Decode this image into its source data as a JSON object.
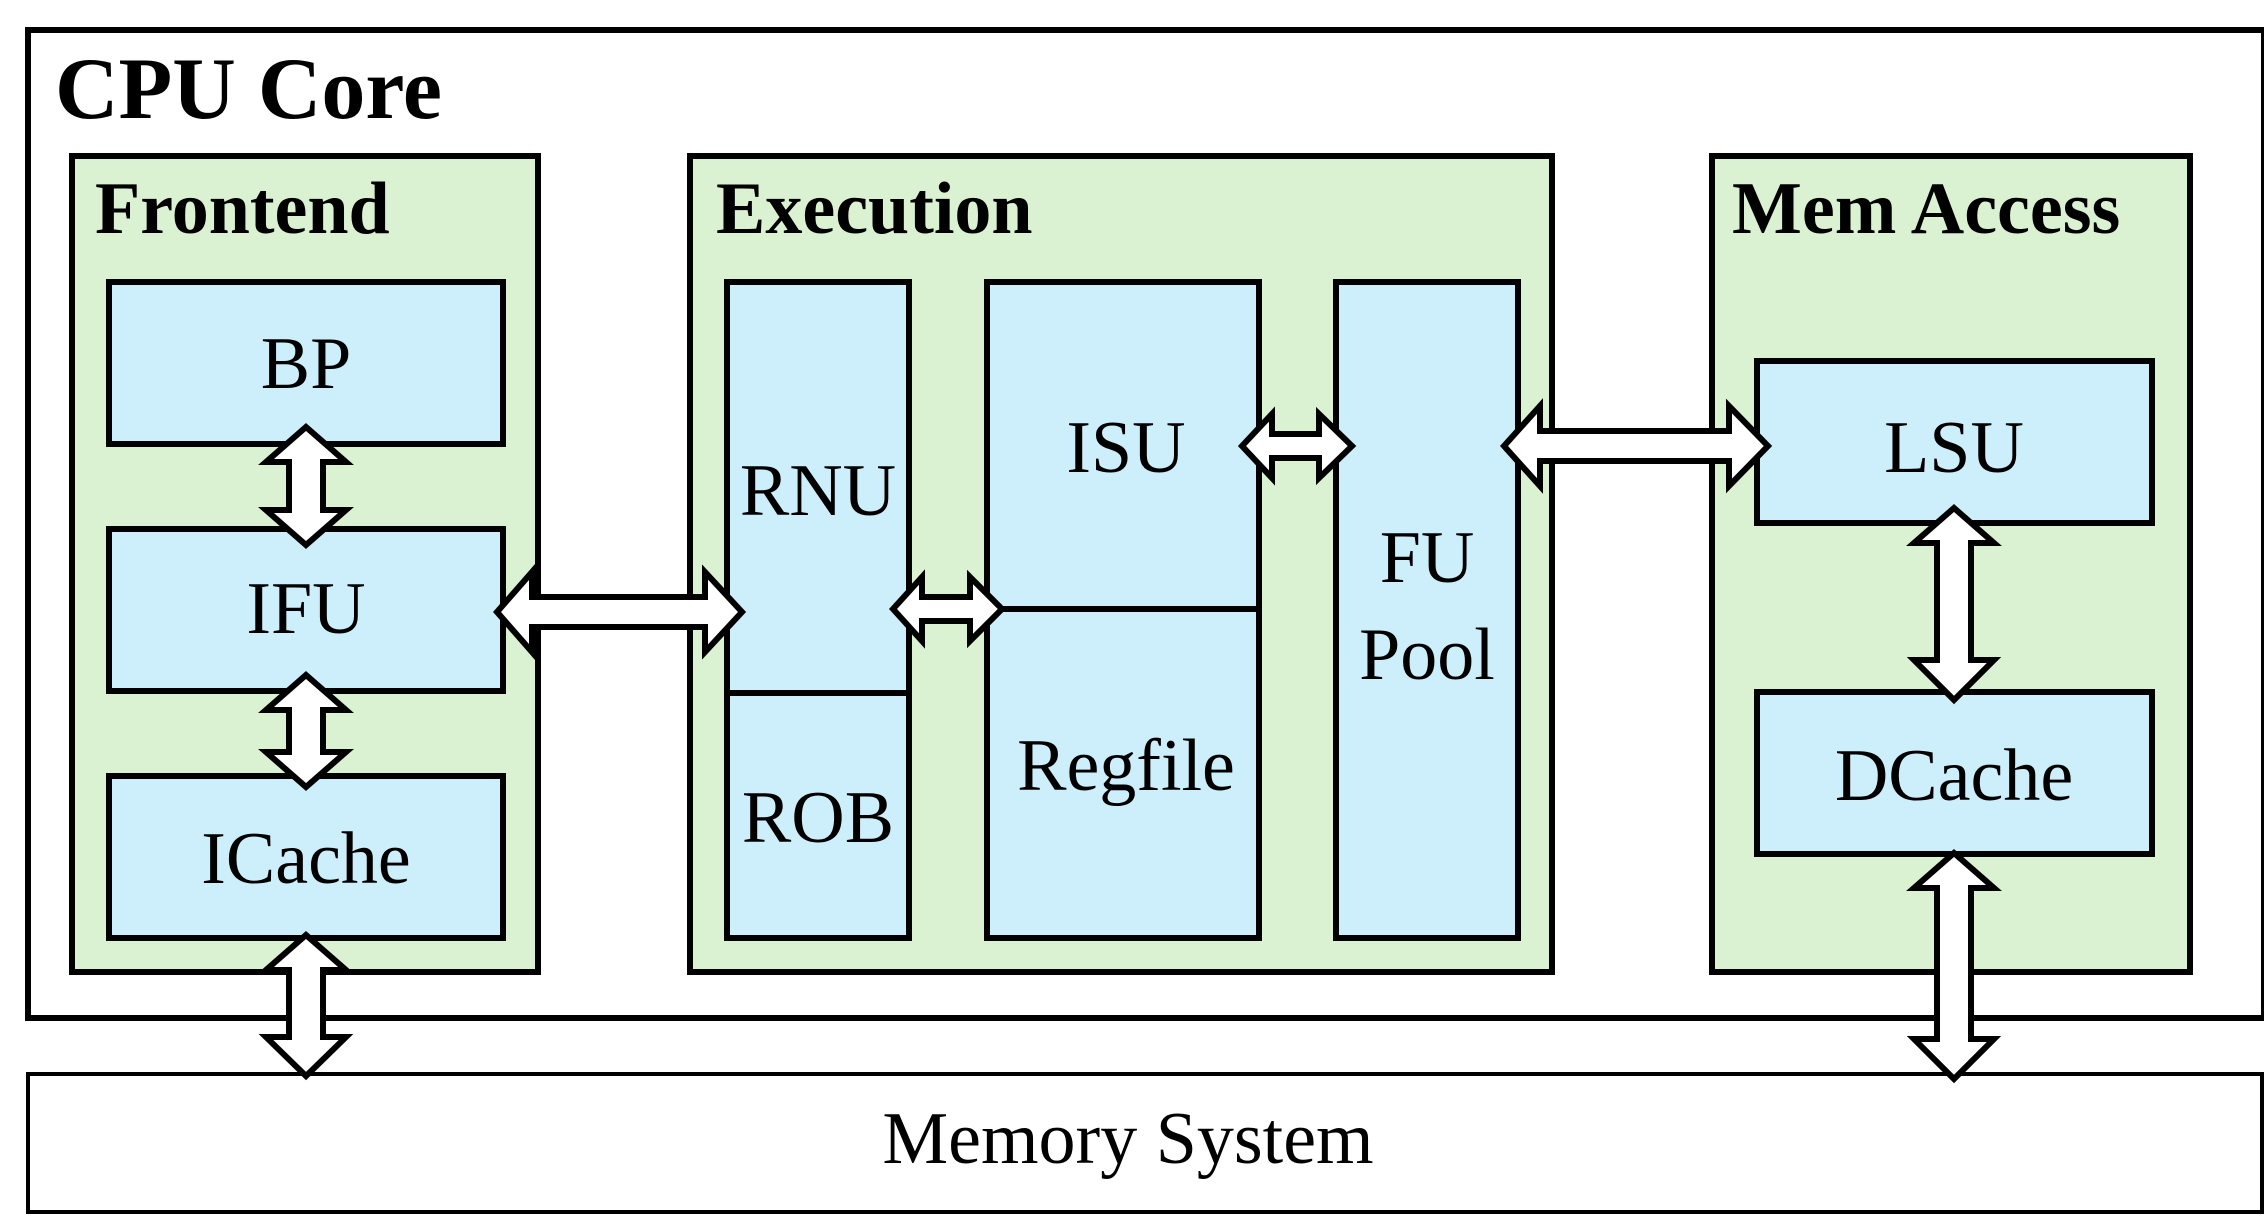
{
  "diagram": {
    "core_title": "CPU Core",
    "groups": {
      "frontend": "Frontend",
      "execution": "Execution",
      "mem_access": "Mem Access"
    },
    "units": {
      "bp": "BP",
      "ifu": "IFU",
      "icache": "ICache",
      "rnu": "RNU",
      "rob": "ROB",
      "isu": "ISU",
      "regfile": "Regfile",
      "fu_pool_line1": "FU",
      "fu_pool_line2": "Pool",
      "lsu": "LSU",
      "dcache": "DCache"
    },
    "memory_system": "Memory System"
  }
}
